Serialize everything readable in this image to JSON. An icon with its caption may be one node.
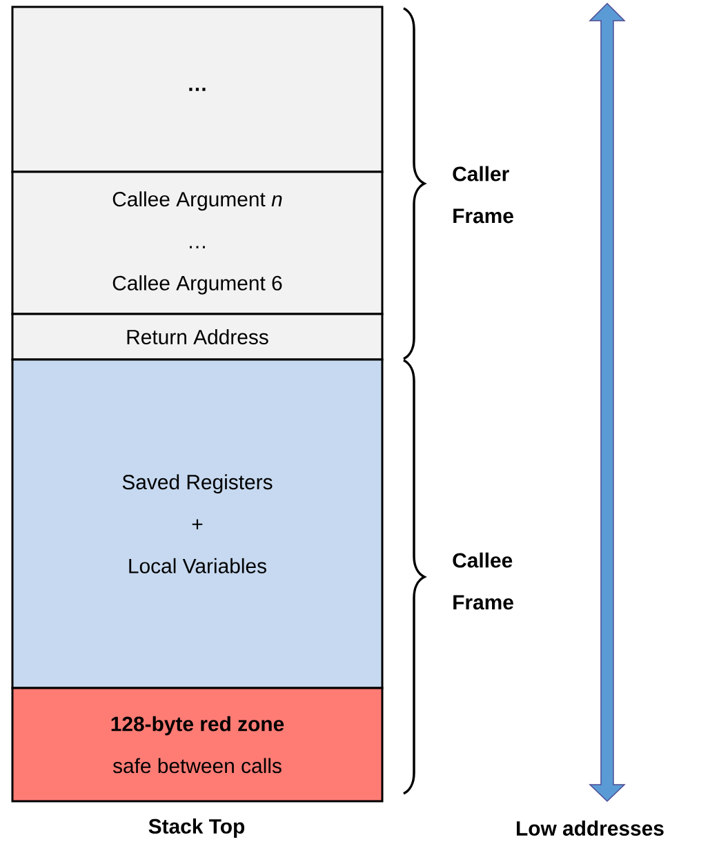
{
  "diagram": {
    "nodes": [
      {
        "text": [
          "…"
        ]
      },
      {
        "text": [
          "Callee Argument *n*",
          "…",
          "Callee Argument 6"
        ]
      },
      {
        "text": [
          "Return Address"
        ]
      },
      {
        "text": [
          "Saved Registers",
          "+",
          "Local Variables"
        ]
      },
      {
        "text": [
          "128-byte red zone",
          "safe between calls"
        ]
      }
    ],
    "labels": [
      "Caller Frame",
      "Callee Frame",
      "Stack Top",
      "Low addresses"
    ]
  }
}
